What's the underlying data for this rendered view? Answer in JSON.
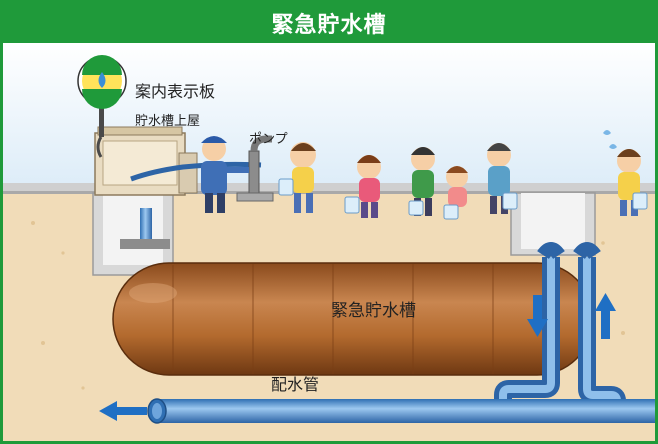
{
  "header": {
    "title": "緊急貯水槽"
  },
  "labels": {
    "signboard": "案内表示板",
    "storage_house": "貯水槽上屋",
    "pump": "ポンプ",
    "tank": "緊急貯水槽",
    "pipe": "配水管"
  },
  "colors": {
    "header_green": "#1f9a3a",
    "tank_brown": "#b36a2e",
    "pipe_blue": "#4a90d6",
    "arrow_blue": "#1f6fc4",
    "sky": "#e8f3fb",
    "ground": "#f1dcb8"
  },
  "icons": {
    "sign": "water-drop-sign-icon",
    "arrow_down": "arrow-down-icon",
    "arrow_up": "arrow-up-icon",
    "arrow_left": "arrow-left-icon"
  }
}
